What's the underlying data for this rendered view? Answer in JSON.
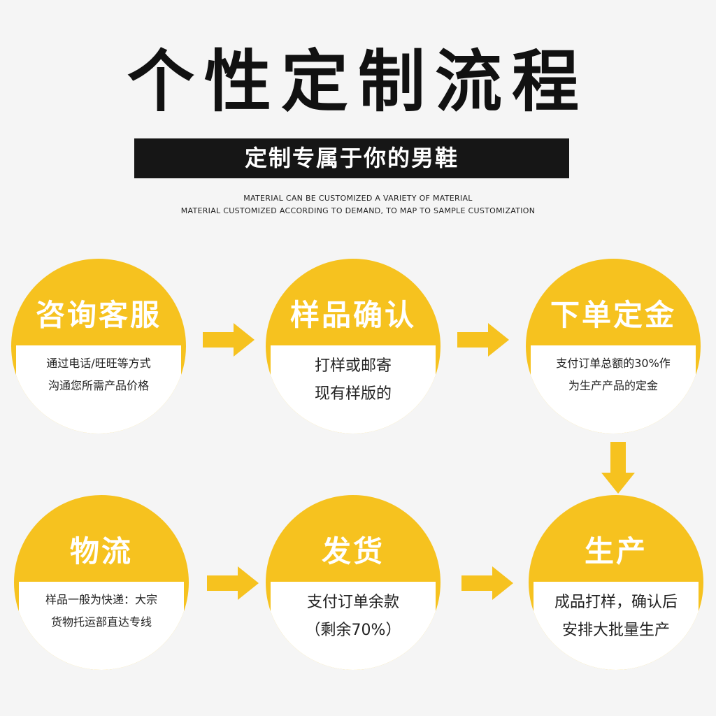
{
  "header": {
    "title": "个性定制流程",
    "banner": "定制专属于你的男鞋",
    "sub_line1": "MATERIAL CAN BE CUSTOMIZED A VARIETY OF MATERIAL",
    "sub_line2": "MATERIAL CUSTOMIZED ACCORDING TO DEMAND, TO MAP TO SAMPLE CUSTOMIZATION"
  },
  "colors": {
    "accent": "#f6c21f",
    "banner_bg": "#161616",
    "background": "#f5f5f5"
  },
  "steps": [
    {
      "title": "咨询客服",
      "lines": [
        "通过电话/旺旺等方式",
        "沟通您所需产品价格"
      ]
    },
    {
      "title": "样品确认",
      "lines": [
        "打样或邮寄",
        "现有样版的"
      ]
    },
    {
      "title": "下单定金",
      "lines": [
        "支付订单总额的30%作",
        "为生产产品的定金"
      ]
    },
    {
      "title": "物流",
      "lines": [
        "样品一般为快递：大宗",
        "货物托运部直达专线"
      ]
    },
    {
      "title": "发货",
      "lines": [
        "支付订单余款",
        "（剩余70%）"
      ]
    },
    {
      "title": "生产",
      "lines": [
        "成品打样，确认后",
        "安排大批量生产"
      ]
    }
  ],
  "arrows": [
    "right-arrow-icon",
    "right-arrow-icon",
    "down-arrow-icon",
    "right-arrow-icon",
    "right-arrow-icon"
  ]
}
